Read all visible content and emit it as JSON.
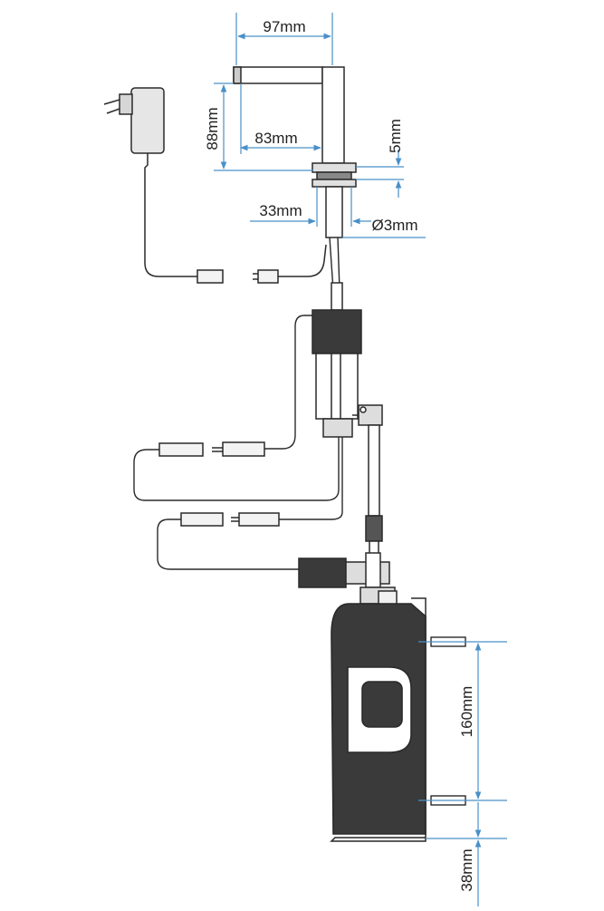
{
  "dimensions": {
    "spout_reach": "97mm",
    "spout_height": "88mm",
    "spout_inner_reach": "83mm",
    "flange_thickness": "5mm",
    "shank_width": "33mm",
    "hole_diameter": "Ø3mm",
    "bracket_spacing": "160mm",
    "bottom_clearance": "38mm"
  },
  "colors": {
    "stroke": "#2a2a2a",
    "dimension": "#4a90c8",
    "fill_dark": "#3a3a3a"
  }
}
